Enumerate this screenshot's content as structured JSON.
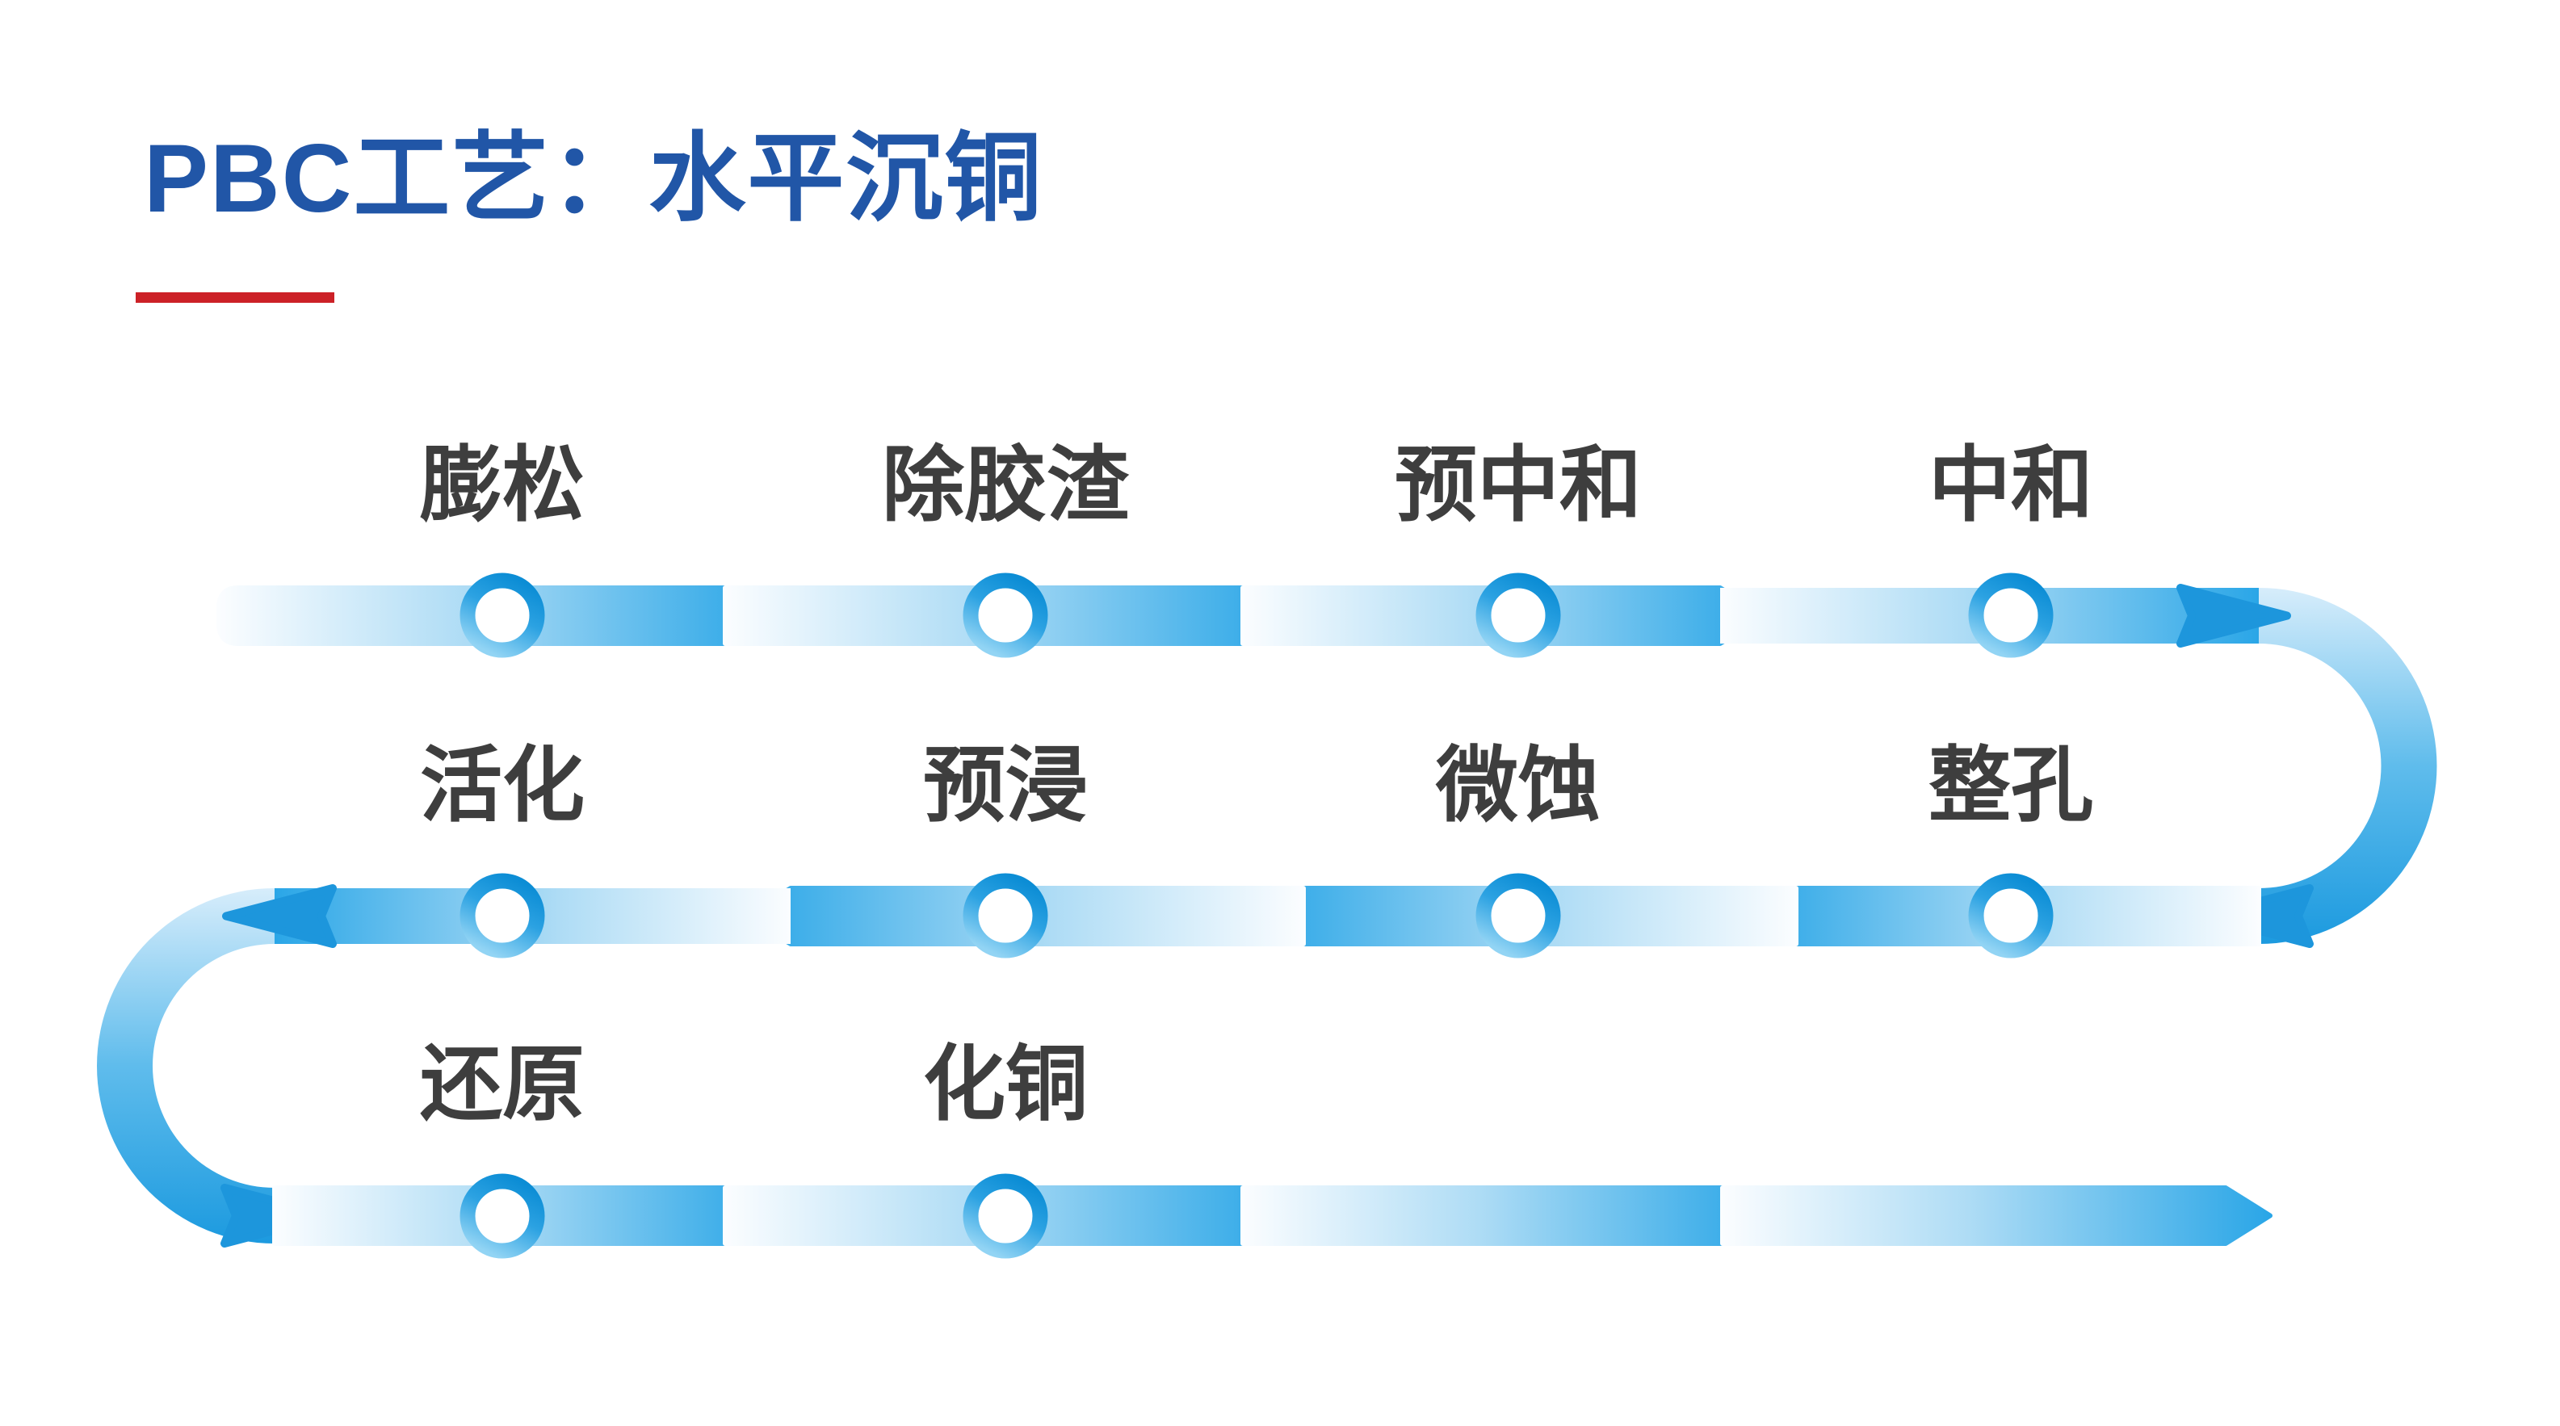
{
  "title": {
    "text": "PBC工艺：水平沉铜"
  },
  "colors": {
    "title_blue": "#2156A7",
    "divider_red": "#CC2127",
    "flow_blue": "#2AA6E7",
    "flow_blue_dark": "#1D96DC",
    "ring_blue_top": "#0C8DD5",
    "ring_blue_bottom": "#92D4F4",
    "label_gray": "#3E3E3E"
  },
  "flow": {
    "rows": [
      {
        "name": "row-1",
        "direction": "left-to-right",
        "steps": [
          "膨松",
          "除胶渣",
          "预中和",
          "中和"
        ]
      },
      {
        "name": "row-2",
        "direction": "right-to-left",
        "steps": [
          "整孔",
          "微蚀",
          "预浸",
          "活化"
        ]
      },
      {
        "name": "row-3",
        "direction": "left-to-right",
        "steps": [
          "还原",
          "化铜"
        ]
      }
    ]
  }
}
